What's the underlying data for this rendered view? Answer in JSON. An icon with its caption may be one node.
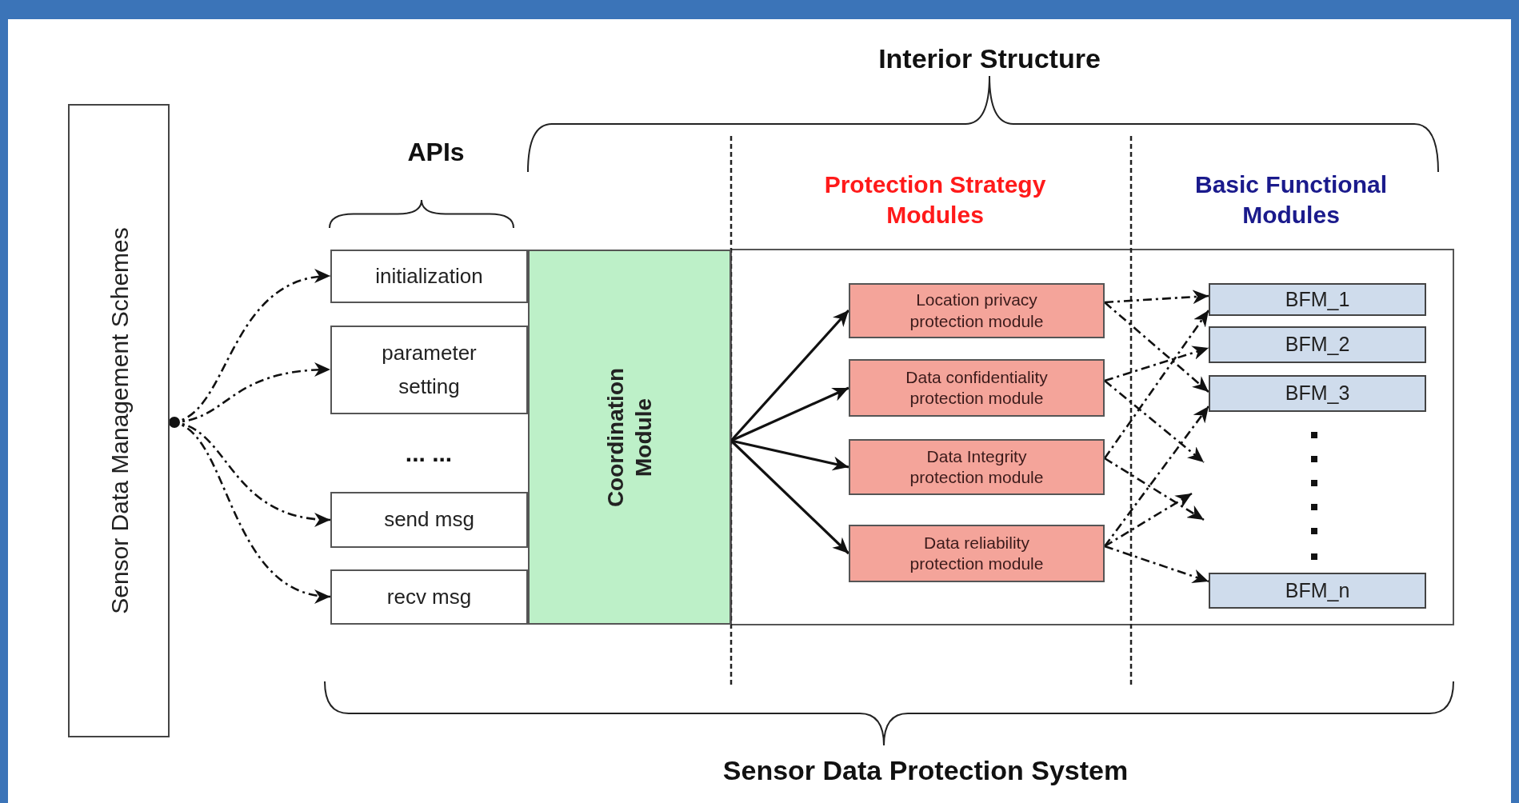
{
  "diagram": {
    "nodes": [
      {
        "text": [
          "Sensor Data Management Schemes"
        ]
      },
      {
        "text": [
          "initialization"
        ]
      },
      {
        "text": [
          "parameter setting"
        ]
      },
      {
        "text": [
          "send msg"
        ]
      },
      {
        "text": [
          "recv msg"
        ]
      },
      {
        "text": [
          "Coordination Module"
        ]
      },
      {
        "text": [
          "Location privacy protection module"
        ]
      },
      {
        "text": [
          "Data confidentiality protection module"
        ]
      },
      {
        "text": [
          "Data Integrity protection module"
        ]
      },
      {
        "text": [
          "Data reliability protection module"
        ]
      },
      {
        "text": [
          "BFM_1"
        ]
      },
      {
        "text": [
          "BFM_2"
        ]
      },
      {
        "text": [
          "BFM_3"
        ]
      },
      {
        "text": [
          "BFM_n"
        ]
      }
    ],
    "edges": [
      {
        "from": 0,
        "to": 1,
        "arrow": "to",
        "style": "dashed"
      },
      {
        "from": 0,
        "to": 2,
        "arrow": "to",
        "style": "dashed"
      },
      {
        "from": 0,
        "to": 3,
        "arrow": "to",
        "style": "dashed"
      },
      {
        "from": 0,
        "to": 4,
        "arrow": "to",
        "style": "dashed"
      },
      {
        "from": 5,
        "to": 6,
        "arrow": "to"
      },
      {
        "from": 5,
        "to": 7,
        "arrow": "to"
      },
      {
        "from": 5,
        "to": 8,
        "arrow": "to"
      },
      {
        "from": 5,
        "to": 9,
        "arrow": "to"
      },
      {
        "from": 6,
        "to": 10,
        "arrow": "to",
        "style": "dashed"
      },
      {
        "from": 6,
        "to": 12,
        "arrow": "to",
        "style": "dashed"
      },
      {
        "from": 7,
        "to": 11,
        "arrow": "to",
        "style": "dashed"
      },
      {
        "from": 7,
        "to": null,
        "arrow": "to",
        "style": "dashed"
      },
      {
        "from": 8,
        "to": 10,
        "arrow": "to",
        "style": "dashed"
      },
      {
        "from": 8,
        "to": null,
        "arrow": "to",
        "style": "dashed"
      },
      {
        "from": 9,
        "to": 12,
        "arrow": "to",
        "style": "dashed"
      },
      {
        "from": 9,
        "to": null,
        "arrow": "to",
        "style": "dashed"
      },
      {
        "from": 9,
        "to": 13,
        "arrow": "to",
        "style": "dashed"
      }
    ],
    "labels": [
      "Interior Structure",
      "APIs",
      "Protection Strategy Modules",
      "Basic Functional Modules",
      "... ...",
      "Sensor Data Protection System"
    ]
  }
}
